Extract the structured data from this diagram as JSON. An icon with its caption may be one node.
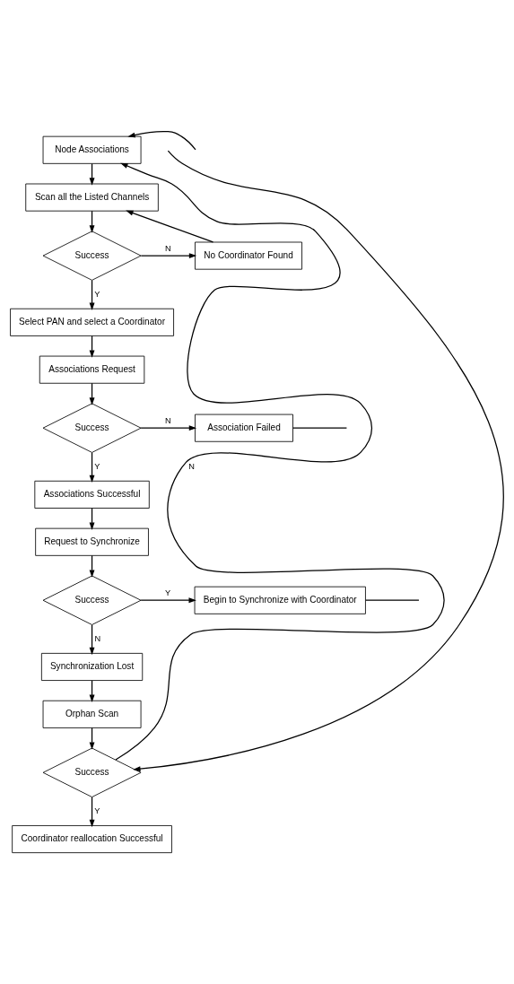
{
  "diagram": {
    "nodes": [
      {
        "text": [
          "Node Associations"
        ]
      },
      {
        "text": [
          "Scan all the Listed Channels"
        ]
      },
      {
        "text": [
          "Success"
        ]
      },
      {
        "text": [
          "No Coordinator Found"
        ]
      },
      {
        "text": [
          "Select PAN and select a Coordinator"
        ]
      },
      {
        "text": [
          "Associations Request"
        ]
      },
      {
        "text": [
          "Success"
        ]
      },
      {
        "text": [
          "Association Failed"
        ]
      },
      {
        "text": [
          "Associations Successful"
        ]
      },
      {
        "text": [
          "Request to Synchronize"
        ]
      },
      {
        "text": [
          "Success"
        ]
      },
      {
        "text": [
          "Begin to Synchronize with Coordinator"
        ]
      },
      {
        "text": [
          "Synchronization Lost"
        ]
      },
      {
        "text": [
          "Orphan Scan"
        ]
      },
      {
        "text": [
          "Success"
        ]
      },
      {
        "text": [
          "Coordinator reallocation Successful"
        ]
      }
    ],
    "edges": [
      {
        "from": 0,
        "to": 1,
        "arrow": "to"
      },
      {
        "from": 1,
        "to": 2,
        "arrow": "to"
      },
      {
        "from": 2,
        "to": 3,
        "arrow": "to",
        "label": "N"
      },
      {
        "from": 3,
        "to": 1,
        "arrow": "to"
      },
      {
        "from": 2,
        "to": 4,
        "arrow": "to",
        "label": "Y"
      },
      {
        "from": 4,
        "to": 5,
        "arrow": "to"
      },
      {
        "from": 5,
        "to": 6,
        "arrow": "to"
      },
      {
        "from": 6,
        "to": 7,
        "arrow": "to",
        "label": "N"
      },
      {
        "from": 6,
        "to": 8,
        "arrow": "to",
        "label": "Y"
      },
      {
        "from": 8,
        "to": 9,
        "arrow": "to"
      },
      {
        "from": 9,
        "to": 10,
        "arrow": "to"
      },
      {
        "from": 10,
        "to": 11,
        "arrow": "to",
        "label": "Y"
      },
      {
        "from": 10,
        "to": 12,
        "arrow": "to",
        "label": "N"
      },
      {
        "from": 12,
        "to": 13,
        "arrow": "to"
      },
      {
        "from": 13,
        "to": 14,
        "arrow": "to"
      },
      {
        "from": 14,
        "to": 15,
        "arrow": "to",
        "label": "Y"
      },
      {
        "from": 14,
        "to": 0,
        "arrow": "to",
        "label": "N"
      },
      {
        "from": 7,
        "to": null,
        "arrow": "none"
      },
      {
        "from": 11,
        "to": null,
        "arrow": "none"
      },
      {
        "from": null,
        "to": 0,
        "arrow": "to"
      },
      {
        "from": null,
        "to": 14,
        "arrow": "to"
      }
    ]
  }
}
